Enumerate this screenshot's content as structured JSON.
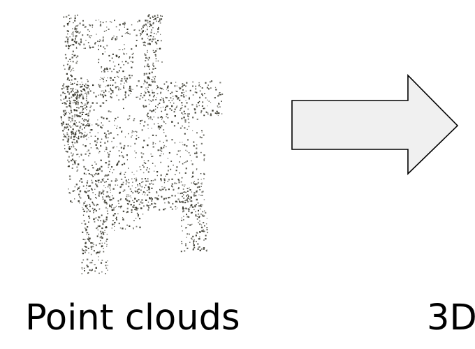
{
  "left_panel": {
    "caption": "Point clouds",
    "subject": "chair",
    "point_color": "#2f2f24"
  },
  "arrow": {
    "direction": "right",
    "fill": "#f0f0f0",
    "stroke": "#000000"
  },
  "right_panel": {
    "caption": "3D"
  }
}
